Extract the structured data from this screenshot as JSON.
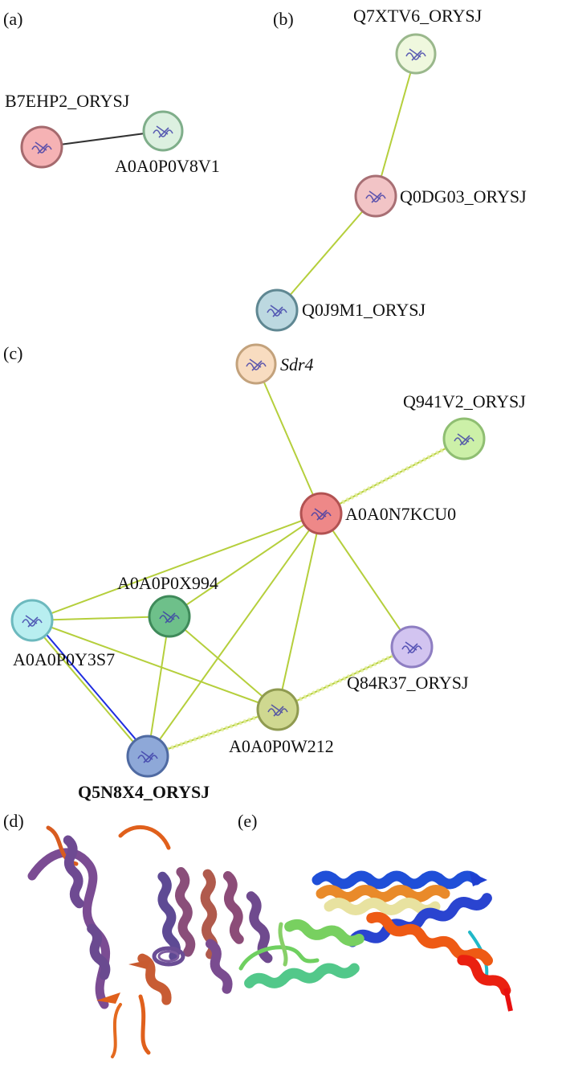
{
  "panels": {
    "a": "(a)",
    "b": "(b)",
    "c": "(c)",
    "d": "(d)",
    "e": "(e)"
  },
  "colors": {
    "edge_green": "#b5cf3c",
    "edge_dark": "#333333",
    "edge_blue": "#1f2de0"
  },
  "networks": [
    {
      "id": "a",
      "nodes": [
        {
          "id": "B7EHP2",
          "label": "B7EHP2_ORYSJ",
          "fill": "#f5b2b4",
          "stroke": "#a56a6e",
          "bold": false,
          "italic": false
        },
        {
          "id": "A0A0P0V8V1",
          "label": "A0A0P0V8V1",
          "fill": "#dcf0e0",
          "stroke": "#7fae8a",
          "bold": false,
          "italic": false
        }
      ],
      "edges": [
        {
          "from": "B7EHP2",
          "to": "A0A0P0V8V1",
          "style": "dark"
        }
      ]
    },
    {
      "id": "b",
      "nodes": [
        {
          "id": "Q7XTV6",
          "label": "Q7XTV6_ORYSJ",
          "fill": "#eff8de",
          "stroke": "#9ab88c",
          "bold": false,
          "italic": false
        },
        {
          "id": "Q0DG03",
          "label": "Q0DG03_ORYSJ",
          "fill": "#f2c4c6",
          "stroke": "#a86f74",
          "bold": false,
          "italic": false
        },
        {
          "id": "Q0J9M1",
          "label": "Q0J9M1_ORYSJ",
          "fill": "#bcd8e0",
          "stroke": "#5f8792",
          "bold": false,
          "italic": false
        }
      ],
      "edges": [
        {
          "from": "Q7XTV6",
          "to": "Q0DG03",
          "style": "green"
        },
        {
          "from": "Q0DG03",
          "to": "Q0J9M1",
          "style": "green"
        }
      ]
    },
    {
      "id": "c",
      "nodes": [
        {
          "id": "Sdr4",
          "label": "Sdr4",
          "fill": "#f8dcc0",
          "stroke": "#c3a27c",
          "bold": false,
          "italic": true
        },
        {
          "id": "Q941V2",
          "label": "Q941V2_ORYSJ",
          "fill": "#ccf0a8",
          "stroke": "#8fbe72",
          "bold": false,
          "italic": false
        },
        {
          "id": "A0A0N7KCU0",
          "label": "A0A0N7KCU0",
          "fill": "#ee8888",
          "stroke": "#b25252",
          "bold": false,
          "italic": false
        },
        {
          "id": "A0A0P0X994",
          "label": "A0A0P0X994",
          "fill": "#6ec08a",
          "stroke": "#3f8a5a",
          "bold": false,
          "italic": false
        },
        {
          "id": "A0A0P0Y3S7",
          "label": "A0A0P0Y3S7",
          "fill": "#b8eef0",
          "stroke": "#6cb9be",
          "bold": false,
          "italic": false
        },
        {
          "id": "Q84R37",
          "label": "Q84R37_ORYSJ",
          "fill": "#d2c4f0",
          "stroke": "#8e7ec2",
          "bold": false,
          "italic": false
        },
        {
          "id": "A0A0P0W212",
          "label": "A0A0P0W212",
          "fill": "#cfd890",
          "stroke": "#8f9a50",
          "bold": false,
          "italic": false
        },
        {
          "id": "Q5N8X4",
          "label": "Q5N8X4_ORYSJ",
          "fill": "#8ea8d8",
          "stroke": "#4f6aa2",
          "bold": true,
          "italic": false
        }
      ],
      "edges": [
        {
          "from": "Sdr4",
          "to": "A0A0N7KCU0",
          "style": "green"
        },
        {
          "from": "Q941V2",
          "to": "A0A0N7KCU0",
          "style": "dashed"
        },
        {
          "from": "A0A0N7KCU0",
          "to": "A0A0P0Y3S7",
          "style": "green"
        },
        {
          "from": "A0A0N7KCU0",
          "to": "A0A0P0X994",
          "style": "green"
        },
        {
          "from": "A0A0N7KCU0",
          "to": "A0A0P0W212",
          "style": "green"
        },
        {
          "from": "A0A0N7KCU0",
          "to": "Q5N8X4",
          "style": "green"
        },
        {
          "from": "A0A0N7KCU0",
          "to": "Q84R37",
          "style": "green"
        },
        {
          "from": "A0A0P0Y3S7",
          "to": "A0A0P0X994",
          "style": "green"
        },
        {
          "from": "A0A0P0Y3S7",
          "to": "A0A0P0W212",
          "style": "green"
        },
        {
          "from": "A0A0P0Y3S7",
          "to": "Q5N8X4",
          "style": "double"
        },
        {
          "from": "A0A0P0X994",
          "to": "A0A0P0W212",
          "style": "green"
        },
        {
          "from": "A0A0P0X994",
          "to": "Q5N8X4",
          "style": "green"
        },
        {
          "from": "A0A0P0W212",
          "to": "Q84R37",
          "style": "dashed"
        },
        {
          "from": "A0A0P0W212",
          "to": "Q5N8X4",
          "style": "dashed"
        }
      ]
    }
  ]
}
